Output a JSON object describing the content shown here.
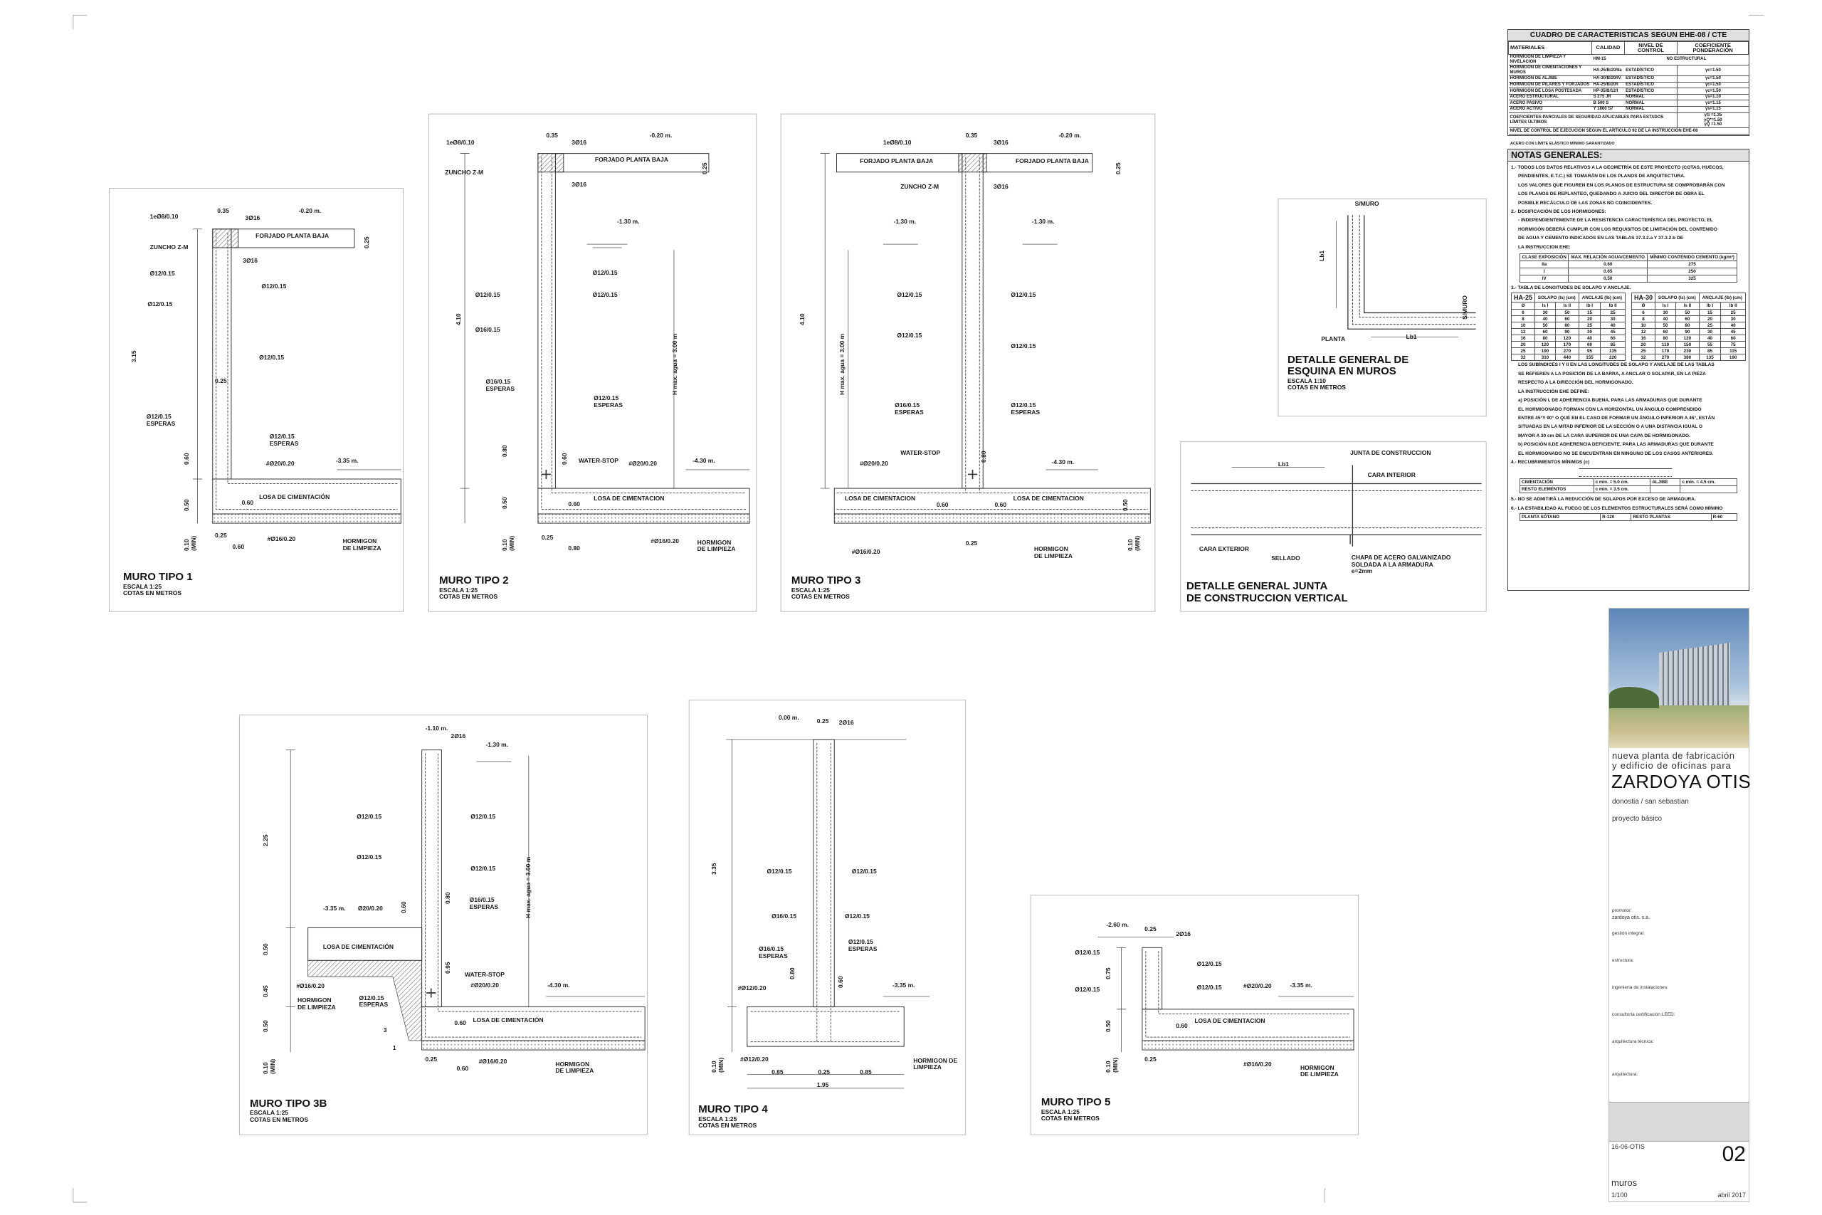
{
  "walls": {
    "muro1": {
      "title": "MURO TIPO 1",
      "scale": "ESCALA 1:25",
      "units": "COTAS EN METROS",
      "labels": [
        "1eØ8/0.10",
        "0.35",
        "-0.20 m.",
        "3Ø16",
        "FORJADO PLANTA BAJA",
        "0.25",
        "ZUNCHO Z-M",
        "3Ø16",
        "Ø12/0.15",
        "Ø12/0.15",
        "Ø12/0.15",
        "3.15",
        "Ø12/0.15",
        "0.25",
        "Ø12/0.15\nESPERAS",
        "Ø12/0.15\nESPERAS",
        "0.60",
        "#Ø20/0.20",
        "-3.35 m.",
        "LOSA DE CIMENTACIÓN",
        "0.60",
        "0.50",
        "0.25",
        "#Ø16/0.20",
        "0.10\n(MIN)",
        "0.60",
        "HORMIGON\nDE LIMPIEZA"
      ]
    },
    "muro2": {
      "title": "MURO TIPO 2",
      "scale": "ESCALA 1:25",
      "units": "COTAS EN METROS",
      "labels": [
        "1eØ8/0.10",
        "0.35",
        "3Ø16",
        "-0.20 m.",
        "FORJADO PLANTA BAJA",
        "0.25",
        "ZUNCHO Z-M",
        "3Ø16",
        "-1.30 m.",
        "Ø12/0.15",
        "Ø12/0.15",
        "Ø12/0.15",
        "4.10",
        "Ø16/0.15",
        "H max. agua = 3.00 m",
        "Ø16/0.15\nESPERAS",
        "Ø12/0.15\nESPERAS",
        "0.80",
        "0.60",
        "WATER-STOP",
        "#Ø20/0.20",
        "-4.30 m.",
        "LOSA DE CIMENTACION",
        "0.60",
        "0.50",
        "0.25",
        "#Ø16/0.20",
        "HORMIGON\nDE LIMPIEZA",
        "0.10\n(MIN)",
        "0.80"
      ]
    },
    "muro3": {
      "title": "MURO TIPO 3",
      "scale": "ESCALA 1:25",
      "units": "COTAS EN METROS",
      "labels": [
        "1eØ8/0.10",
        "0.35",
        "3Ø16",
        "-0.20 m.",
        "FORJADO PLANTA BAJA",
        "FORJADO PLANTA BAJA",
        "0.25",
        "ZUNCHO Z-M",
        "3Ø16",
        "-1.30 m.",
        "-1.30 m.",
        "4.10",
        "H max. agua = 3.00 m",
        "Ø12/0.15",
        "Ø12/0.15",
        "Ø12/0.15",
        "Ø12/0.15",
        "Ø16/0.15\nESPERAS",
        "Ø12/0.15\nESPERAS",
        "WATER-STOP",
        "#Ø20/0.20",
        "-4.30 m.",
        "LOSA DE CIMENTACION",
        "0.60",
        "0.60",
        "LOSA DE CIMENTACION",
        "0.50",
        "0.80",
        "0.25",
        "HORMIGON\nDE LIMPIEZA",
        "#Ø16/0.20",
        "0.10\n(MIN)"
      ]
    },
    "muro3b": {
      "title": "MURO TIPO 3B",
      "scale": "ESCALA 1:25",
      "units": "COTAS EN METROS",
      "labels": [
        "-1.10 m.",
        "2Ø16",
        "-1.30 m.",
        "2.25",
        "Ø12/0.15",
        "Ø12/0.15",
        "Ø12/0.15",
        "Ø12/0.15",
        "-3.35 m.",
        "Ø20/0.20",
        "0.60",
        "0.80",
        "Ø16/0.15\nESPERAS",
        "H max. agua = 3.00 m",
        "0.50",
        "LOSA DE CIMENTACIÓN",
        "0.95",
        "WATER-STOP",
        "#Ø20/0.20",
        "-4.30 m.",
        "0.45",
        "#Ø16/0.20",
        "HORMIGON\nDE LIMPIEZA",
        "Ø12/0.15\nESPERAS",
        "3",
        "1",
        "0.60",
        "LOSA DE CIMENTACIÓN",
        "0.50",
        "0.25",
        "#Ø16/0.20",
        "0.10\n(MIN)",
        "0.60",
        "HORMIGON\nDE LIMPIEZA"
      ]
    },
    "muro4": {
      "title": "MURO TIPO 4",
      "scale": "ESCALA 1:25",
      "units": "COTAS EN METROS",
      "labels": [
        "0.00 m.",
        "0.25",
        "2Ø16",
        "3.35",
        "Ø12/0.15",
        "Ø12/0.15",
        "Ø16/0.15",
        "Ø12/0.15",
        "Ø16/0.15\nESPERAS",
        "Ø12/0.15\nESPERAS",
        "0.80",
        "0.60",
        "#Ø12/0.20",
        "-3.35 m.",
        "0.10\n(MIN)",
        "#Ø12/0.20",
        "HORMIGON DE\nLIMPIEZA",
        "0.85",
        "0.25",
        "0.85",
        "1.95"
      ]
    },
    "muro5": {
      "title": "MURO TIPO 5",
      "scale": "ESCALA 1:25",
      "units": "COTAS EN METROS",
      "labels": [
        "-2.60 m.",
        "0.25",
        "2Ø16",
        "Ø12/0.15",
        "0.75",
        "Ø12/0.15",
        "Ø12/0.15",
        "Ø12/0.15",
        "#Ø20/0.20",
        "-3.35 m.",
        "0.50",
        "0.60",
        "LOSA DE CIMENTACION",
        "0.10\n(MIN)",
        "0.25",
        "#Ø16/0.20",
        "HORMIGON\nDE LIMPIEZA"
      ]
    },
    "esquina": {
      "title": "DETALLE GENERAL DE\nESQUINA EN MUROS",
      "scale": "ESCALA 1:10",
      "units": "COTAS EN METROS",
      "labels": [
        "S/MURO",
        "Lb1",
        "S/MURO",
        "Lb1",
        "PLANTA"
      ]
    },
    "junta": {
      "title": "DETALLE GENERAL JUNTA\nDE CONSTRUCCION VERTICAL",
      "scale": "",
      "units": "",
      "labels": [
        "JUNTA DE CONSTRUCCION",
        "CARA INTERIOR",
        "Lb1",
        "CARA EXTERIOR",
        "SELLADO",
        "CHAPA DE ACERO GALVANIZADO\nSOLDADA A LA ARMADURA\ne=2mm"
      ]
    }
  },
  "caracteristicas": {
    "title": "CUADRO DE CARACTERISTICAS SEGUN EHE-08 / CTE",
    "headers": [
      "MATERIALES",
      "CALIDAD",
      "NIVEL DE CONTROL",
      "COEFICIENTE PONDERACIÓN"
    ],
    "rows": [
      [
        "HORMIGON DE LIMPIEZA Y NIVELACION",
        "HM-15",
        "NO ESTRUCTURAL",
        ""
      ],
      [
        "HORMIGON DE CIMENTACIONES Y MUROS",
        "HA-25/B/20/IIa",
        "ESTADÍSTICO",
        "γc=1.50"
      ],
      [
        "HORMIGON DE ALJIBE",
        "HA-30/B/20/IV",
        "ESTADÍSTICO",
        "γc=1.50"
      ],
      [
        "HORMIGON DE PILARES Y FORJADOS",
        "HA-25/B/20/I",
        "ESTADÍSTICO",
        "γc=1.50"
      ],
      [
        "HORMIGON DE LOSA POSTESADA",
        "HP-35/B/12/I",
        "ESTADÍSTICO",
        "γc=1.50"
      ],
      [
        "ACERO ESTRUCTURAL",
        "S 275 JR",
        "NORMAL",
        "γs=1.10"
      ],
      [
        "ACERO PASIVO",
        "B 500 S",
        "NORMAL",
        "γs=1.15"
      ],
      [
        "ACERO ACTIVO",
        "Y 1860 S7",
        "NORMAL",
        "γs=1.15"
      ]
    ],
    "safety_label": "COEFICIENTES PARCIALES DE SEGURIDAD APLICABLES PARA ESTADOS LÍMITES ÚLTIMOS",
    "safety_values": [
      "γG =1.35",
      "γQ*=1.50",
      "γQ =1.50"
    ],
    "control_note": "NIVEL DE CONTROL DE EJECUCION SEGUN EL ARTICULO 92 DE LA INSTRUCCION EHE-08",
    "footnote": "ACERO CON LÍMITE ELÁSTICO MÍNIMO GARANTIZADO"
  },
  "notas": {
    "title": "NOTAS GENERALES:",
    "n1": [
      "1.- TODOS LOS DATOS RELATIVOS A LA GEOMETRÍA DE ESTE PROYECTO (COTAS, HUECOS,",
      "PENDIENTES, E.T.C.) SE TOMARÁN DE LOS PLANOS DE ARQUITECTURA.",
      "LOS VALORES QUE FIGUREN EN LOS PLANOS DE ESTRUCTURA SE COMPROBARÁN CON",
      "LOS PLANOS DE REPLANTEO, QUEDANDO A JUICIO DEL DIRECTOR DE OBRA EL",
      "POSIBLE RECÁLCULO DE LAS ZONAS NO COINCIDENTES.",
      "2.- DOSIFICACIÓN DE LOS HORMIGONES:",
      "- INDEPENDIENTEMENTE DE LA RESISTENCIA CARACTERÍSTICA DEL PROYECTO, EL",
      "HORMIGÓN DEBERÁ CUMPLIR CON LOS REQUISITOS DE LIMITACIÓN DEL CONTENIDO",
      "DE AGUA Y CEMENTO INDICADOS EN LAS TABLAS 37.3.2.a Y 37.3.2.b DE",
      "LA INSTRUCCION EHE:"
    ],
    "exp_headers": [
      "CLASE EXPOSICIÓN",
      "MAX. RELACIÓN AGUA/CEMENTO",
      "MÍNIMO CONTENIDO CEMENTO (kg/m³)"
    ],
    "exp_rows": [
      [
        "IIa",
        "0.60",
        "275"
      ],
      [
        "I",
        "0.65",
        "250"
      ],
      [
        "IV",
        "0.50",
        "325"
      ]
    ],
    "n3": "3.- TABLA DE LONGITUDES DE SOLAPO Y ANCLAJE.",
    "lap_headers": [
      "SOLAPO (ls) (cm)",
      "ANCLAJE (lb) (cm)"
    ],
    "lap_sub": [
      "Ø",
      "ls I",
      "ls II",
      "lb I",
      "lb II"
    ],
    "ha25": {
      "name": "HA-25",
      "rows": [
        [
          "6",
          "30",
          "50",
          "15",
          "25"
        ],
        [
          "8",
          "40",
          "60",
          "20",
          "30"
        ],
        [
          "10",
          "50",
          "80",
          "25",
          "40"
        ],
        [
          "12",
          "60",
          "90",
          "30",
          "45"
        ],
        [
          "16",
          "80",
          "120",
          "40",
          "60"
        ],
        [
          "20",
          "120",
          "170",
          "60",
          "85"
        ],
        [
          "25",
          "190",
          "270",
          "95",
          "135"
        ],
        [
          "32",
          "310",
          "440",
          "155",
          "220"
        ]
      ]
    },
    "ha30": {
      "name": "HA-30",
      "rows": [
        [
          "6",
          "30",
          "50",
          "15",
          "25"
        ],
        [
          "8",
          "40",
          "60",
          "20",
          "30"
        ],
        [
          "10",
          "50",
          "80",
          "25",
          "40"
        ],
        [
          "12",
          "60",
          "90",
          "30",
          "45"
        ],
        [
          "16",
          "80",
          "120",
          "40",
          "60"
        ],
        [
          "20",
          "110",
          "150",
          "55",
          "75"
        ],
        [
          "25",
          "170",
          "230",
          "85",
          "115"
        ],
        [
          "32",
          "270",
          "380",
          "135",
          "190"
        ]
      ]
    },
    "n3b": [
      "LOS SUBÍNDICES I Y II  EN LAS LONGITUDES DE SOLAPO Y ANCLAJE DE LAS TABLAS",
      "SE REFIEREN A LA POSICIÓN DE LA BARRA, A ANCLAR O SOLAPAR, EN LA PIEZA",
      "RESPECTO A LA DIRECCIÓN DEL HORMIGONADO.",
      "LA INSTRUCCIÓN EHE DEFINE:",
      "a) POSICIÓN I, DE ADHERENCIA BUENA, PARA LAS  ARMADURAS QUE DURANTE",
      "EL HORMIGONADO FORMAN CON LA HORIZONTAL UN ÁNGULO COMPRENDIDO",
      "ENTRE 45°Y 90° O QUE EN EL CASO DE FORMAR UN ÁNGULO INFERIOR A 45°, ESTÁN",
      "SITUADAS EN LA MITAD INFERIOR DE LA SECCIÓN O A UNA DISTANCIA IGUAL O",
      "MAYOR A 30 cm DE LA CARA SUPERIOR DE UNA CAPA DE HORMIGONADO.",
      "b) POSICIÓN II,DE ADHERENCIA DEFICIENTE, PARA LAS ARMADURAS QUE DURANTE",
      "EL HORMIGONADO NO SE ENCUENTRAN EN NINGUNO DE LOS CASOS ANTERIORES.",
      "4.- RECUBRIMIENTOS MÍNIMOS (c)"
    ],
    "cover": [
      [
        "CIMENTACIÓN",
        "c min. = 5.0 cm.",
        "ALJIBE",
        "c min. = 4.5 cm."
      ],
      [
        "RESTO ELEMENTOS",
        "c min. = 3.5 cm.",
        "",
        ""
      ]
    ],
    "n5": "5.- NO SE ADMITIRÁ LA REDUCCIÓN DE SOLAPOS POR EXCESO DE ARMADURA.",
    "n6": "6.- LA ESTABILIDAD AL FUEGO DE LOS ELEMENTOS ESTRUCTURALES SERÁ COMO MÍNIMO",
    "fire": [
      "PLANTA SÓTANO",
      "R-120",
      "RESTO PLANTAS",
      "R-60"
    ]
  },
  "titleblock": {
    "line1": "nueva planta de fabricación",
    "line2": "y edificio de oficinas para",
    "client_big": "ZARDOYA OTIS",
    "location": "donostia / san sebastian",
    "phase": "proyecto básico",
    "promotor_label": "promotor:",
    "promotor": "zardoya otis. s.a.",
    "gestion": "gestión integral:",
    "estructura": "estructura:",
    "instalaciones": "ingeniería de instalaciones:",
    "leed": "consultoría certificación LEED:",
    "arq_tecnica": "arquitectura técnica:",
    "arquitectura": "arquitectura:",
    "code": "16-06-OTIS",
    "sheet": "02",
    "sheet_title": "muros",
    "scale": "1/100",
    "date": "abril 2017"
  }
}
